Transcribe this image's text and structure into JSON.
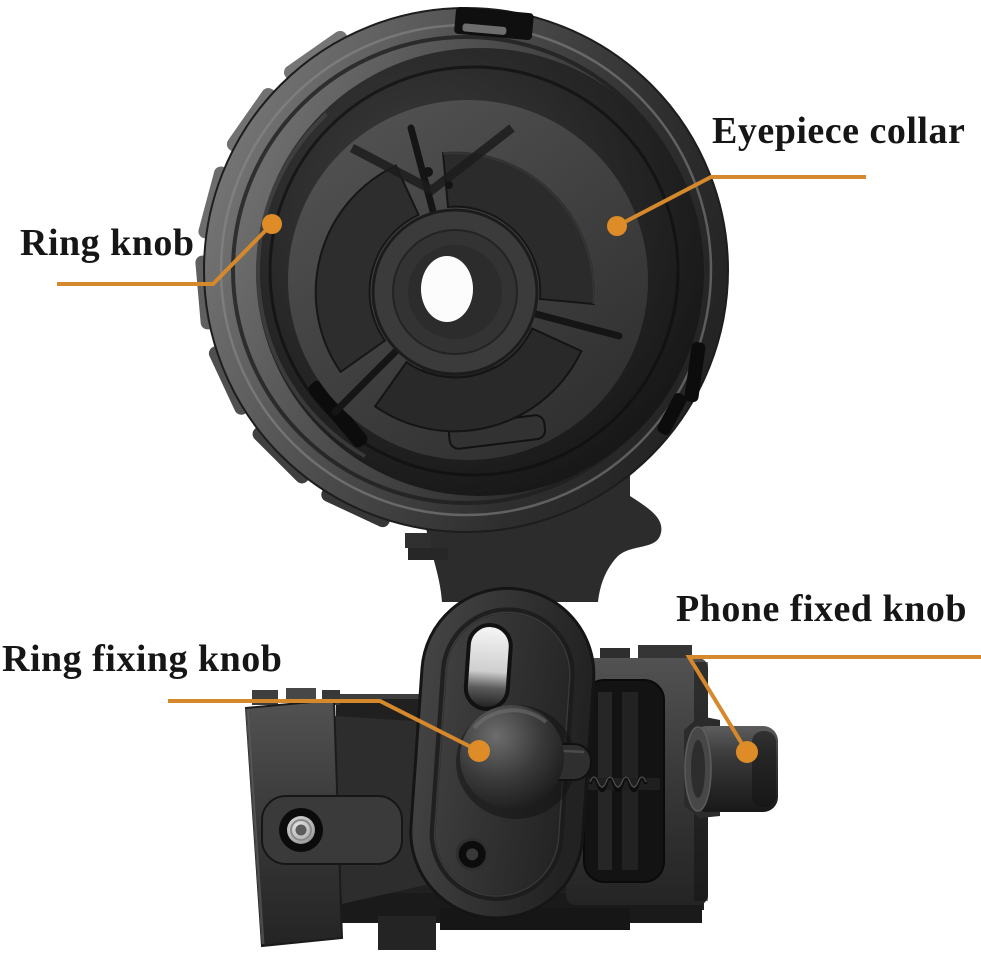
{
  "meta": {
    "subject": "Telescope eyepiece smartphone adapter product photo with annotated parts",
    "background_color": "#ffffff",
    "annotation_accent_color": "#d5882c",
    "label_text_color": "#161616"
  },
  "annotations": {
    "eyepiece_collar": {
      "label": "Eyepiece collar"
    },
    "ring_knob": {
      "label": "Ring knob"
    },
    "ring_fixing_knob": {
      "label": "Ring fixing knob"
    },
    "phone_fixed_knob": {
      "label": "Phone fixed knob"
    }
  }
}
